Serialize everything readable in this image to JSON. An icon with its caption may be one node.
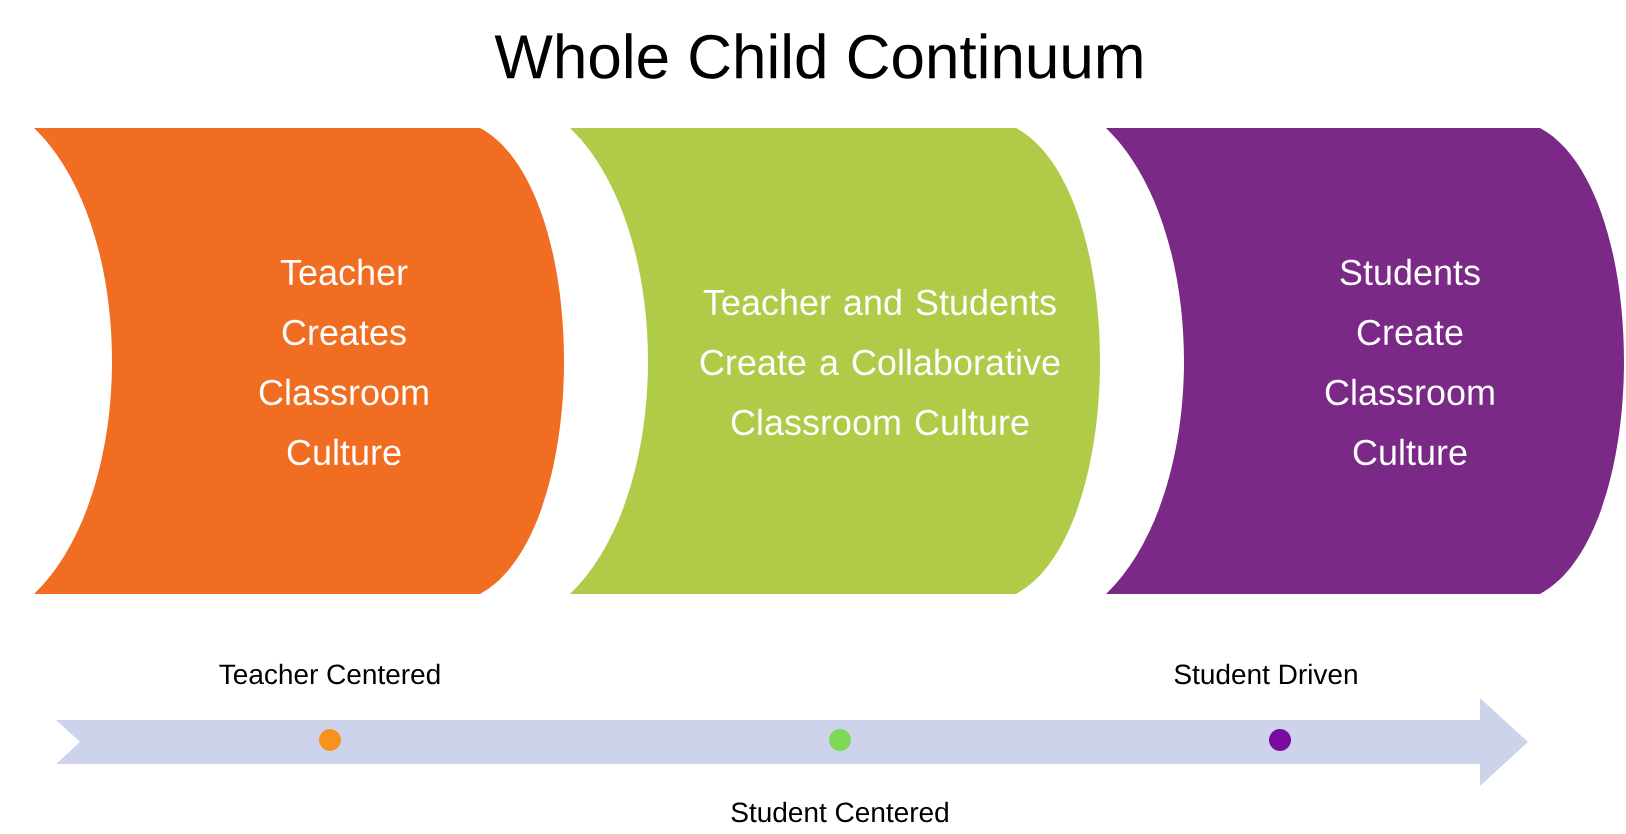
{
  "diagram": {
    "title": "Whole Child Continuum",
    "nodes": [
      {
        "text": [
          "Teacher Creates Classroom Culture"
        ]
      },
      {
        "text": [
          "Teacher and Students Create a Collaborative Classroom Culture"
        ]
      },
      {
        "text": [
          "Students Create Classroom Culture"
        ]
      }
    ],
    "labels": [
      "Teacher Centered",
      "Student Driven",
      "Student Centered"
    ]
  }
}
